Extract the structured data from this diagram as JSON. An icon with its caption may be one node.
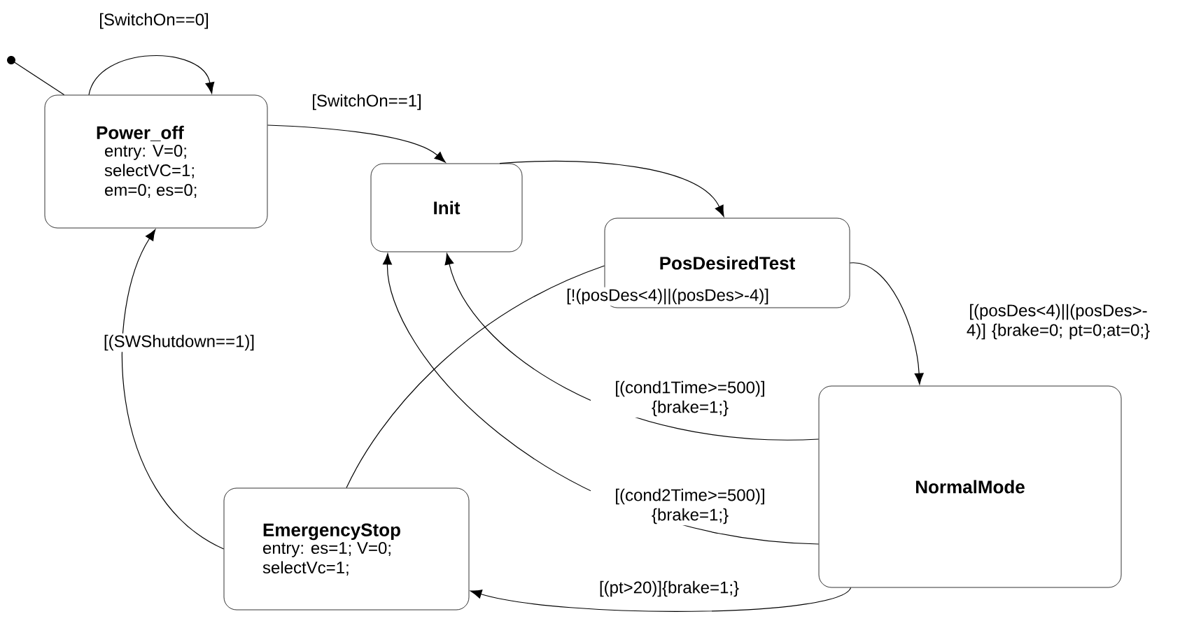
{
  "diagram": {
    "nodes": [
      {
        "text": [],
        "shape": "circle"
      },
      {
        "text": [
          "Power_off",
          "entry: V=0; selectVC=1; em=0; es=0;"
        ]
      },
      {
        "text": [
          "Init"
        ]
      },
      {
        "text": [
          "PosDesiredTest"
        ]
      },
      {
        "text": [
          "NormalMode"
        ]
      },
      {
        "text": [
          "EmergencyStop",
          "entry: es=1; V=0; selectVc=1;"
        ]
      }
    ],
    "edges": [
      {
        "from": 0,
        "to": 1,
        "arrow": "none"
      },
      {
        "from": 1,
        "to": 1,
        "arrow": "to",
        "label": "[SwitchOn==0]"
      },
      {
        "from": 1,
        "to": 2,
        "arrow": "to",
        "label": "[SwitchOn==1]"
      },
      {
        "from": 2,
        "to": 3,
        "arrow": "to"
      },
      {
        "from": 3,
        "to": 4,
        "arrow": "to",
        "label": "[(posDes<4)||(posDes>-4)] {brake=0; pt=0;at=0;}"
      },
      {
        "from": 3,
        "to": 5,
        "arrow": "none",
        "label": "[!(posDes<4)||(posDes>-4)]"
      },
      {
        "from": 4,
        "to": 2,
        "arrow": "to",
        "label": "[(cond1Time>=500)] {brake=1;}"
      },
      {
        "from": 4,
        "to": 2,
        "arrow": "to",
        "label": "[(cond2Time>=500)] {brake=1;}"
      },
      {
        "from": 4,
        "to": 5,
        "arrow": "to",
        "label": "[(pt>20)]{brake=1;}"
      },
      {
        "from": 5,
        "to": 1,
        "arrow": "to",
        "label": "[(SWShutdown==1)]"
      }
    ]
  }
}
